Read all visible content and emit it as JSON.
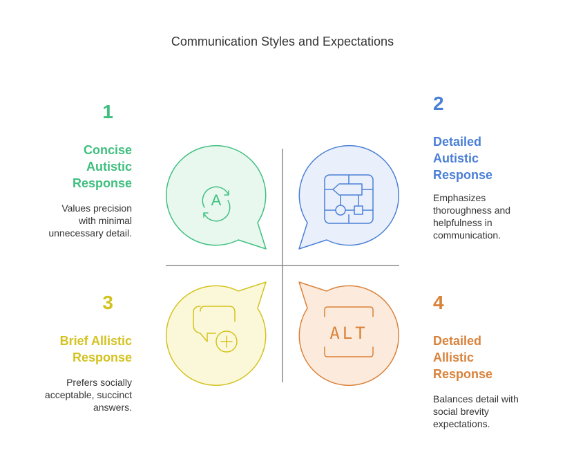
{
  "title": "Communication Styles and Expectations",
  "quadrants": [
    {
      "number": "1",
      "heading_lines": [
        "Concise",
        "Autistic",
        "Response"
      ],
      "description_lines": [
        "Values precision",
        "with minimal",
        "unnecessary detail."
      ],
      "color": "#3fbf7f",
      "fill": "#e8f8ef",
      "icon": "rotate-a-icon"
    },
    {
      "number": "2",
      "heading_lines": [
        "Detailed",
        "Autistic",
        "Response"
      ],
      "description_lines": [
        "Emphasizes",
        "thoroughness and",
        "helpfulness in",
        "communication."
      ],
      "color": "#4a7fd6",
      "fill": "#e9f0fb",
      "icon": "flowchart-icon"
    },
    {
      "number": "3",
      "heading_lines": [
        "Brief Allistic",
        "Response"
      ],
      "description_lines": [
        "Prefers socially",
        "acceptable, succinct",
        "answers."
      ],
      "color": "#d4c21e",
      "fill": "#fbf8d9",
      "icon": "chat-add-icon"
    },
    {
      "number": "4",
      "heading_lines": [
        "Detailed",
        "Allistic",
        "Response"
      ],
      "description_lines": [
        "Balances detail with",
        "social brevity",
        "expectations."
      ],
      "color": "#d9823a",
      "fill": "#fcebdc",
      "icon": "alt-text-icon"
    }
  ]
}
